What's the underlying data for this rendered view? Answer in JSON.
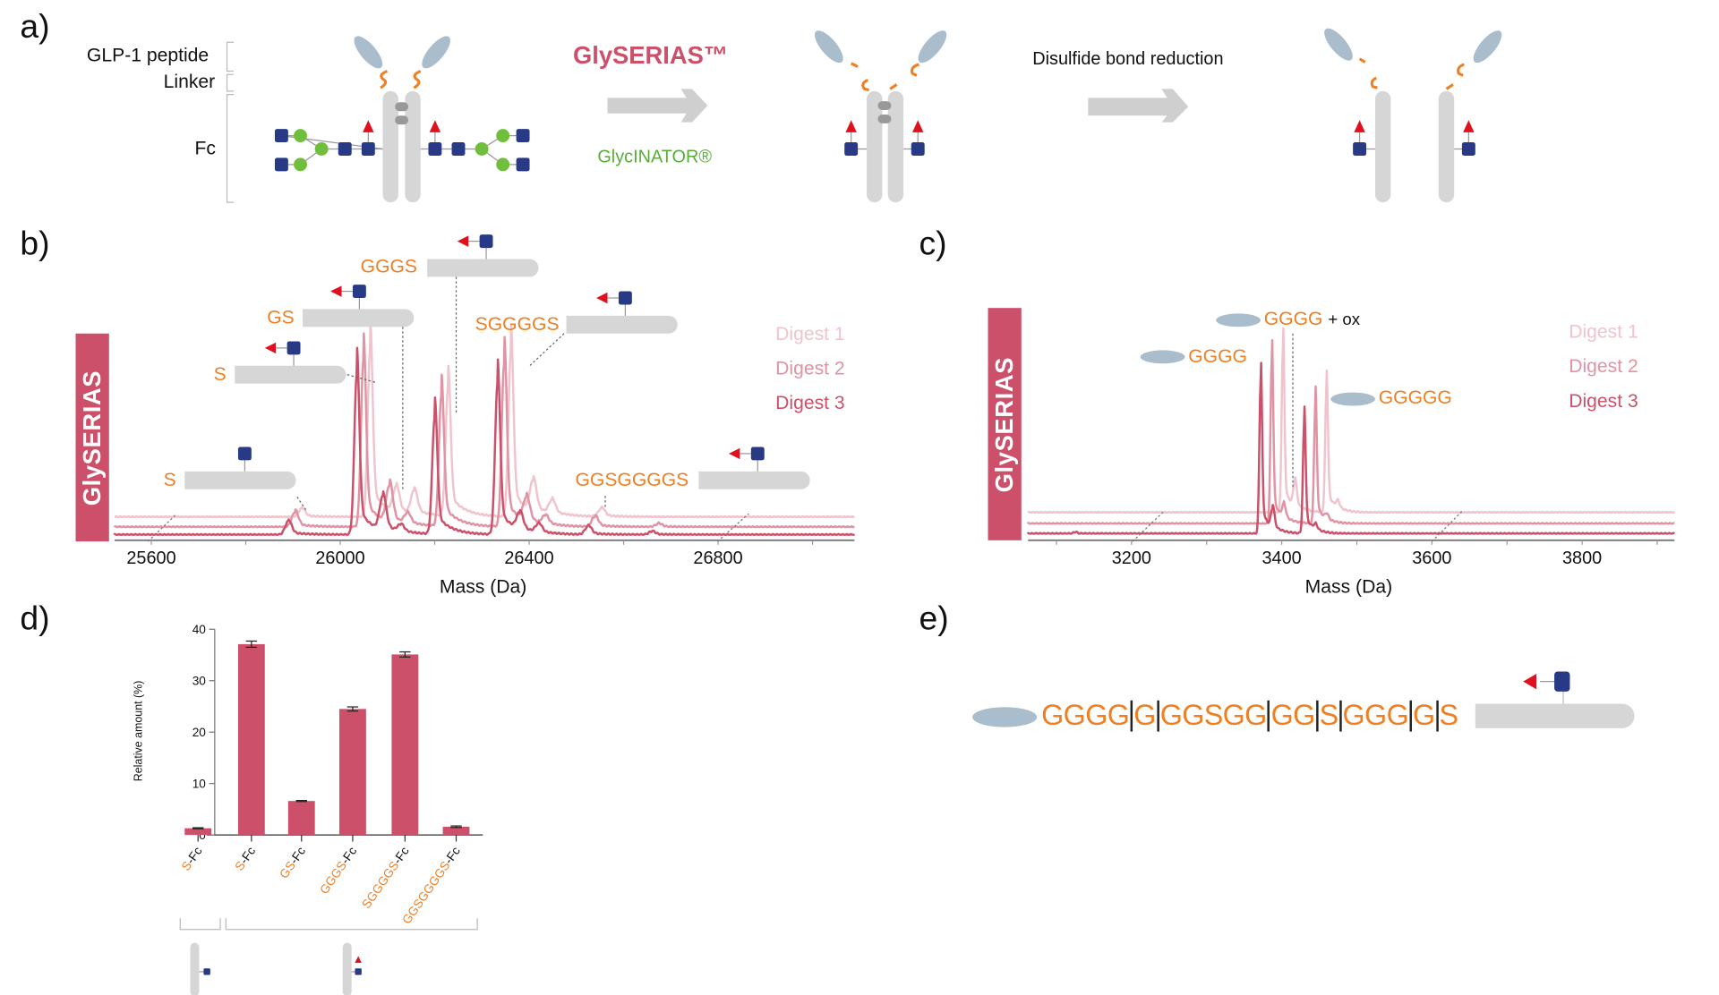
{
  "colors": {
    "brand": "#cc5069",
    "digest1": "#efc4cd",
    "digest2": "#e093a3",
    "digest3": "#cc5069",
    "linker_orange": "#ee7f23",
    "glycinator_green": "#5aac3a",
    "fc_gray": "#d6d6d6",
    "peptide_blue": "#a9bdcc",
    "glcnac_blue": "#283a86",
    "fucose_red": "#e0101f",
    "galactose_green": "#6fbf3c"
  },
  "panel_a": {
    "label": "a)",
    "brackets": [
      "GLP-1 peptide",
      "Linker",
      "Fc"
    ],
    "enzyme_title": "GlySERIAS™",
    "enzyme_sub": "GlycINATOR®",
    "step2": "Disulfide bond reduction"
  },
  "panel_b": {
    "label": "b)",
    "side_label": "GlySERIAS",
    "annotations": [
      {
        "seq": "S",
        "glycan": "glcnac"
      },
      {
        "seq": "S",
        "glycan": "fuc-glcnac"
      },
      {
        "seq": "GS",
        "glycan": "fuc-glcnac"
      },
      {
        "seq": "GGGS",
        "glycan": "fuc-glcnac"
      },
      {
        "seq": "SGGGGS",
        "glycan": "fuc-glcnac"
      },
      {
        "seq": "GGSGGGGS",
        "glycan": "fuc-glcnac"
      }
    ],
    "legend": [
      "Digest 1",
      "Digest 2",
      "Digest 3"
    ]
  },
  "panel_c": {
    "label": "c)",
    "side_label": "GlySERIAS",
    "annotations": [
      {
        "seq": "GGGG",
        "suffix": "+ ox"
      },
      {
        "seq": "GGGG",
        "suffix": ""
      },
      {
        "seq": "GGGGG",
        "suffix": ""
      }
    ],
    "legend": [
      "Digest 1",
      "Digest 2",
      "Digest 3"
    ]
  },
  "panel_d": {
    "label": "d)",
    "groups": [
      "Fc + GlcNAc",
      "Fc + Fuc-GlcNAc"
    ]
  },
  "panel_e": {
    "label": "e)",
    "segments": [
      "GGGG",
      "G",
      "GGSGG",
      "GG",
      "S",
      "GGG",
      "G",
      "S"
    ]
  },
  "chart_data": [
    {
      "id": "b",
      "type": "line",
      "title": "",
      "xlabel": "Mass (Da)",
      "ylabel": "",
      "xlim": [
        25520,
        27090
      ],
      "xticks": [
        25600,
        26000,
        26400,
        26800
      ],
      "grid": false,
      "legend_position": "top-right",
      "series": [
        {
          "name": "Digest 1",
          "offset_da": 80,
          "peaks": [
            [
              25890,
              0.05
            ],
            [
              26035,
              1.0
            ],
            [
              26090,
              0.15
            ],
            [
              26128,
              0.14
            ],
            [
              26200,
              0.77
            ],
            [
              26333,
              0.98
            ],
            [
              26380,
              0.18
            ],
            [
              26420,
              0.08
            ],
            [
              26525,
              0.05
            ]
          ]
        },
        {
          "name": "Digest 2",
          "offset_da": 40,
          "peaks": [
            [
              25890,
              0.09
            ],
            [
              26035,
              1.0
            ],
            [
              26090,
              0.22
            ],
            [
              26128,
              0.06
            ],
            [
              26200,
              0.78
            ],
            [
              26333,
              0.98
            ],
            [
              26380,
              0.14
            ],
            [
              26420,
              0.05
            ],
            [
              26525,
              0.06
            ],
            [
              26660,
              0.02
            ]
          ]
        },
        {
          "name": "Digest 3",
          "offset_da": 0,
          "peaks": [
            [
              25890,
              0.08
            ],
            [
              26035,
              0.96
            ],
            [
              26090,
              0.2
            ],
            [
              26128,
              0.04
            ],
            [
              26200,
              0.7
            ],
            [
              26333,
              0.9
            ],
            [
              26380,
              0.1
            ],
            [
              26420,
              0.05
            ],
            [
              26525,
              0.05
            ],
            [
              26660,
              0.02
            ]
          ]
        }
      ],
      "peak_labels": [
        {
          "text": "S",
          "glycan": "glcnac",
          "mass": 25895
        },
        {
          "text": "S",
          "glycan": "fuc-glcnac",
          "mass": 26035
        },
        {
          "text": "GS",
          "glycan": "fuc-glcnac",
          "mass": 26128
        },
        {
          "text": "GGGS",
          "glycan": "fuc-glcnac",
          "mass": 26200
        },
        {
          "text": "SGGGGS",
          "glycan": "fuc-glcnac",
          "mass": 26333
        },
        {
          "text": "GGSGGGGS",
          "glycan": "fuc-glcnac",
          "mass": 26525
        }
      ]
    },
    {
      "id": "c",
      "type": "line",
      "title": "",
      "xlabel": "Mass (Da)",
      "ylabel": "",
      "xlim": [
        3070,
        3930
      ],
      "xticks": [
        3200,
        3400,
        3600,
        3800
      ],
      "grid": false,
      "legend_position": "top-right",
      "series": [
        {
          "name": "Digest 1",
          "offset_da": 30,
          "peaks": [
            [
              3372,
              1.0
            ],
            [
              3388,
              0.15
            ],
            [
              3430,
              0.75
            ],
            [
              3445,
              0.04
            ]
          ]
        },
        {
          "name": "Digest 2",
          "offset_da": 15,
          "peaks": [
            [
              3372,
              1.0
            ],
            [
              3388,
              0.08
            ],
            [
              3430,
              0.72
            ],
            [
              3445,
              0.03
            ]
          ]
        },
        {
          "name": "Digest 3",
          "offset_da": 0,
          "peaks": [
            [
              3372,
              0.93
            ],
            [
              3388,
              0.12
            ],
            [
              3430,
              0.67
            ],
            [
              3445,
              0.03
            ],
            [
              3125,
              0.01
            ]
          ]
        }
      ],
      "peak_labels": [
        {
          "text": "GGGG",
          "mass": 3372
        },
        {
          "text": "GGGG + ox",
          "mass": 3388
        },
        {
          "text": "GGGGG",
          "mass": 3430
        }
      ]
    },
    {
      "id": "d",
      "type": "bar",
      "title": "",
      "xlabel": "",
      "ylabel": "Relative amount (%)",
      "ylim": [
        0,
        40
      ],
      "yticks": [
        0,
        10,
        20,
        30,
        40
      ],
      "categories": [
        {
          "linker": "S",
          "suffix": "-Fc"
        },
        {
          "linker": "S",
          "suffix": "-Fc"
        },
        {
          "linker": "GS",
          "suffix": "-Fc"
        },
        {
          "linker": "GGGS",
          "suffix": "-Fc"
        },
        {
          "linker": "SGGGGS",
          "suffix": "-Fc"
        },
        {
          "linker": "GGSGGGGS",
          "suffix": "-Fc"
        }
      ],
      "values": [
        1.3,
        37.1,
        6.6,
        24.5,
        35.1,
        1.6
      ],
      "errors": [
        0.1,
        0.6,
        0.1,
        0.4,
        0.5,
        0.15
      ],
      "grid": false
    }
  ]
}
